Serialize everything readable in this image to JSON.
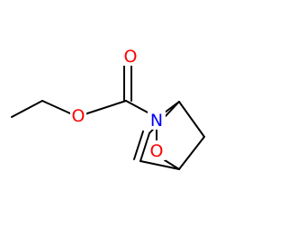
{
  "molecule": {
    "atoms": {
      "carbonyl_oxygen": {
        "symbol": "O",
        "color": "#ff0000"
      },
      "ester_oxygen": {
        "symbol": "O",
        "color": "#ff0000"
      },
      "nitrogen": {
        "symbol": "N",
        "color": "#0000ff"
      },
      "ring_oxygen": {
        "symbol": "O",
        "color": "#ff0000"
      }
    },
    "bond_color": "#000000"
  }
}
